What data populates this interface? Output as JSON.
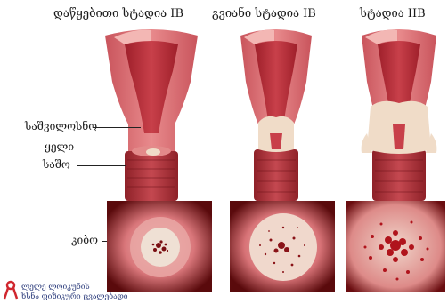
{
  "titles": [
    "დაწყებითი სტადია IB",
    "გვიანი სტადია IB",
    "სტადია IIB"
  ],
  "labels": {
    "endometrium": "საშვილოსნო",
    "cervix": "ყელი",
    "vagina": "საშო",
    "lesion": "კიბო"
  },
  "logo": {
    "line1": "ლელე ლოიკუნის",
    "line2": "ხსნა ფიზიკური ცვალებადი"
  },
  "colors": {
    "uterus_outer": "#d9696e",
    "uterus_inner": "#b8323a",
    "tumor": "#f0dcc8",
    "photo_bg": "#6e0f12",
    "photo_pink": "#e9a7a4"
  }
}
